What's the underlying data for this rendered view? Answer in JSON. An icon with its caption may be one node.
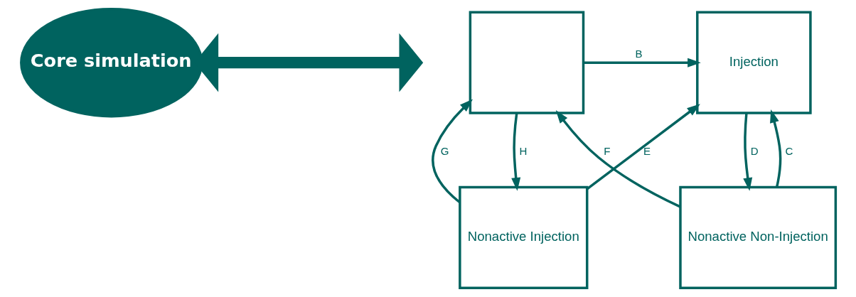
{
  "diagram": {
    "nodes": [
      {
        "text": [
          "Core simulation"
        ]
      },
      {
        "text": [
          "Injection"
        ]
      },
      {
        "text": [],
        "shape": "box"
      },
      {
        "text": [
          "Nonactive Non-Injection"
        ]
      },
      {
        "text": [
          "Nonactive Injection"
        ]
      }
    ],
    "edges": [
      {
        "from": 0,
        "to": null,
        "arrow": "both",
        "style": "thick"
      },
      {
        "from": 2,
        "to": 1,
        "arrow": "to",
        "label": "B"
      },
      {
        "from": 3,
        "to": 1,
        "arrow": "to",
        "label": "C"
      },
      {
        "from": 1,
        "to": 3,
        "arrow": "to",
        "label": "D"
      },
      {
        "from": 4,
        "to": 1,
        "arrow": "to",
        "label": "E"
      },
      {
        "from": 3,
        "to": 2,
        "arrow": "to",
        "label": "F"
      },
      {
        "from": 4,
        "to": 2,
        "arrow": "to",
        "label": "G"
      },
      {
        "from": 2,
        "to": 4,
        "arrow": "to",
        "label": "H"
      }
    ]
  }
}
